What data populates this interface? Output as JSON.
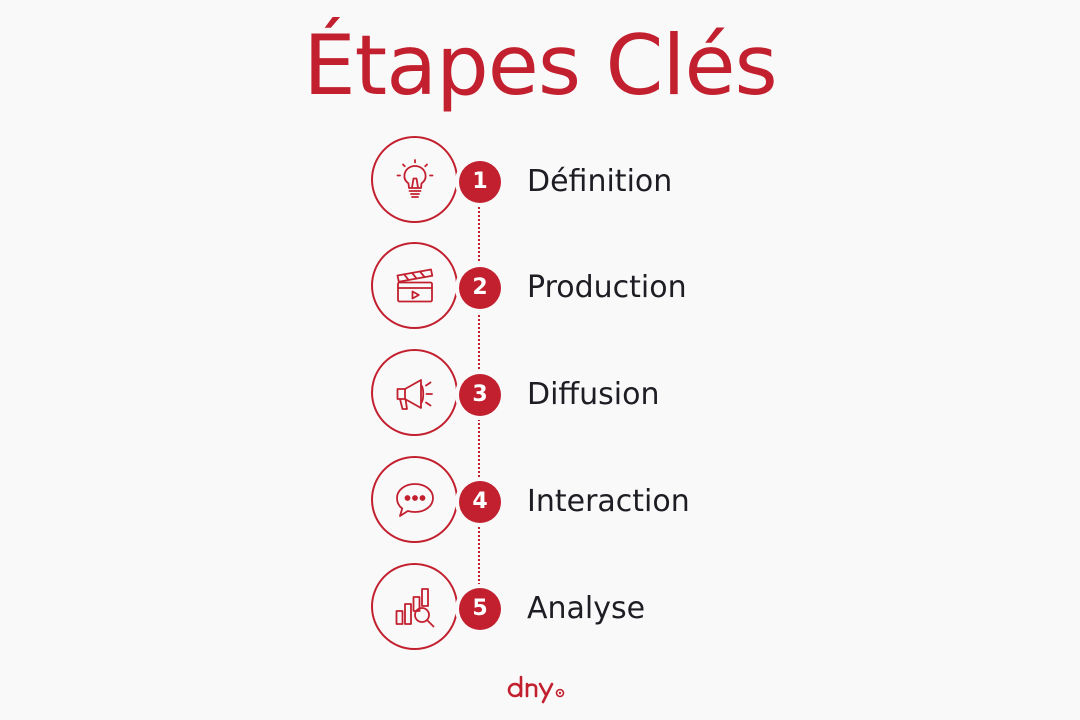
{
  "title": "Étapes Clés",
  "steps": [
    {
      "number": "1",
      "label": "Définition",
      "icon": "lightbulb-icon"
    },
    {
      "number": "2",
      "label": "Production",
      "icon": "clapperboard-icon"
    },
    {
      "number": "3",
      "label": "Diffusion",
      "icon": "megaphone-icon"
    },
    {
      "number": "4",
      "label": "Interaction",
      "icon": "chat-bubble-icon"
    },
    {
      "number": "5",
      "label": "Analyse",
      "icon": "bar-chart-magnifier-icon"
    }
  ],
  "colors": {
    "accent": "#c3202f",
    "text": "#1d1d24",
    "background": "#f9f9f9"
  },
  "logo": {
    "text": "dny"
  }
}
